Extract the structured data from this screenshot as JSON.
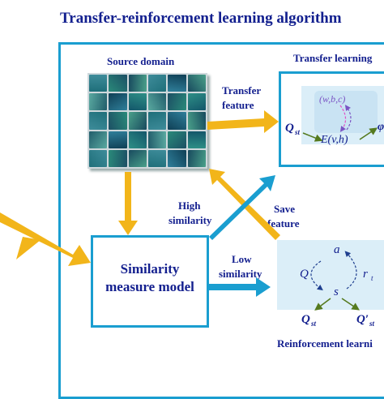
{
  "title": "Transfer-reinforcement learning algorithm",
  "source_domain": {
    "label": "Source domain"
  },
  "transfer_learning": {
    "label": "Transfer learning",
    "node_top": "(w,b,c)",
    "node_mid": "E(v,h)",
    "input": "Q",
    "input_sub": "st",
    "output": "φ"
  },
  "similarity_model": {
    "line1": "Similarity",
    "line2": "measure model"
  },
  "edges": {
    "transfer_feature": [
      "Transfer",
      "feature"
    ],
    "high_similarity": [
      "High",
      "similarity"
    ],
    "save_feature": [
      "Save",
      "feature"
    ],
    "low_similarity": [
      "Low",
      "similarity"
    ]
  },
  "reinforcement_learning": {
    "label": "Reinforcement learni",
    "a": "a",
    "s": "s",
    "Q": "Q",
    "r": "r",
    "r_sub": "t",
    "q_in": "Q",
    "q_in_sub": "st",
    "q_out": "Q′",
    "q_out_sub": "st"
  },
  "colors": {
    "title": "#13208f",
    "box_border": "#1a9ed0",
    "gold_arrow": "#f2b51a",
    "blue_arrow": "#1a9ed0",
    "panel_fill": "#dbeef8",
    "dashed": "#7b54c4"
  },
  "icons": [
    "underwater-image-grid",
    "gold-arrow",
    "blue-arrow"
  ]
}
